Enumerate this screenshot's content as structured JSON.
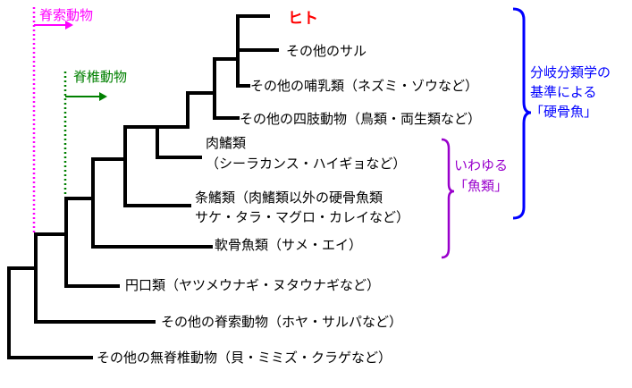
{
  "colors": {
    "tree": "#000000",
    "human": "#ff0000",
    "chordata": "#ff00ff",
    "vertebrata": "#008000",
    "osteichthyes_bracket": "#0000ff",
    "fish_bracket": "#9900cc"
  },
  "labels": {
    "human": "ヒト",
    "other_monkeys": "その他のサル",
    "other_mammals": "その他の哺乳類（ネズミ・ゾウなど）",
    "other_tetrapods": "その他の四肢動物（鳥類・両生類など）",
    "sarcopterygii_1": "肉鰭類",
    "sarcopterygii_2": "（シーラカンス・ハイギョなど）",
    "actinopterygii_1": "条鰭類（肉鰭類以外の硬骨魚類",
    "actinopterygii_2": "サケ・タラ・マグロ・カレイなど）",
    "chondrichthyes": "軟骨魚類（サメ・エイ）",
    "cyclostomata": "円口類（ヤツメウナギ・ヌタウナギなど）",
    "other_chordates": "その他の脊索動物（ホヤ・サルパなど）",
    "other_invertebrates": "その他の無脊椎動物（貝・ミミズ・クラゲなど）"
  },
  "annotations": {
    "chordata": "脊索動物",
    "vertebrata": "脊椎動物",
    "osteichthyes_1": "分岐分類学の",
    "osteichthyes_2": "基準による",
    "osteichthyes_3": "「硬骨魚」",
    "fish_1": "いわゆる",
    "fish_2": "「魚類」"
  }
}
